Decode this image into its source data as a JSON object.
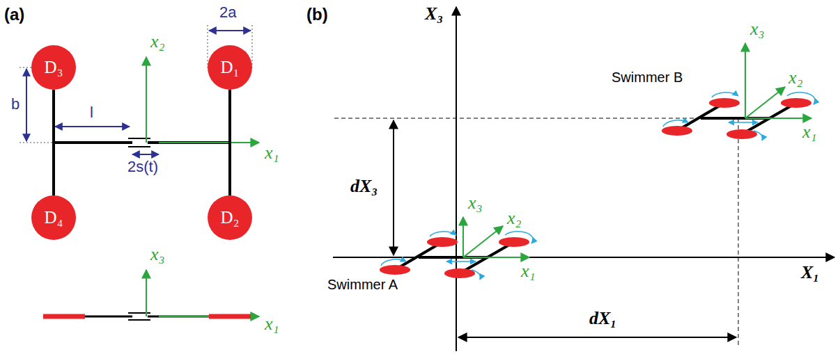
{
  "diagram": {
    "nodes": [
      {
        "text": [
          "D₃"
        ]
      },
      {
        "text": [
          "D₁"
        ]
      },
      {
        "text": [
          "D₄"
        ]
      },
      {
        "text": [
          "D₂"
        ]
      }
    ],
    "edges": [
      {
        "from": 0,
        "to": 2,
        "arrow": "none"
      },
      {
        "from": 1,
        "to": 3,
        "arrow": "none"
      }
    ],
    "labels": [
      "(a)",
      "2a",
      "b",
      "l",
      "x₂",
      "x₁",
      "2s(t)",
      "x₃",
      "x₁",
      "(b)",
      "X₃",
      "x₃",
      "x₂",
      "x₁",
      "Swimmer B",
      "dX₃",
      "x₃",
      "x₂",
      "x₁",
      "Swimmer A",
      "X₁",
      "dX₁"
    ]
  }
}
